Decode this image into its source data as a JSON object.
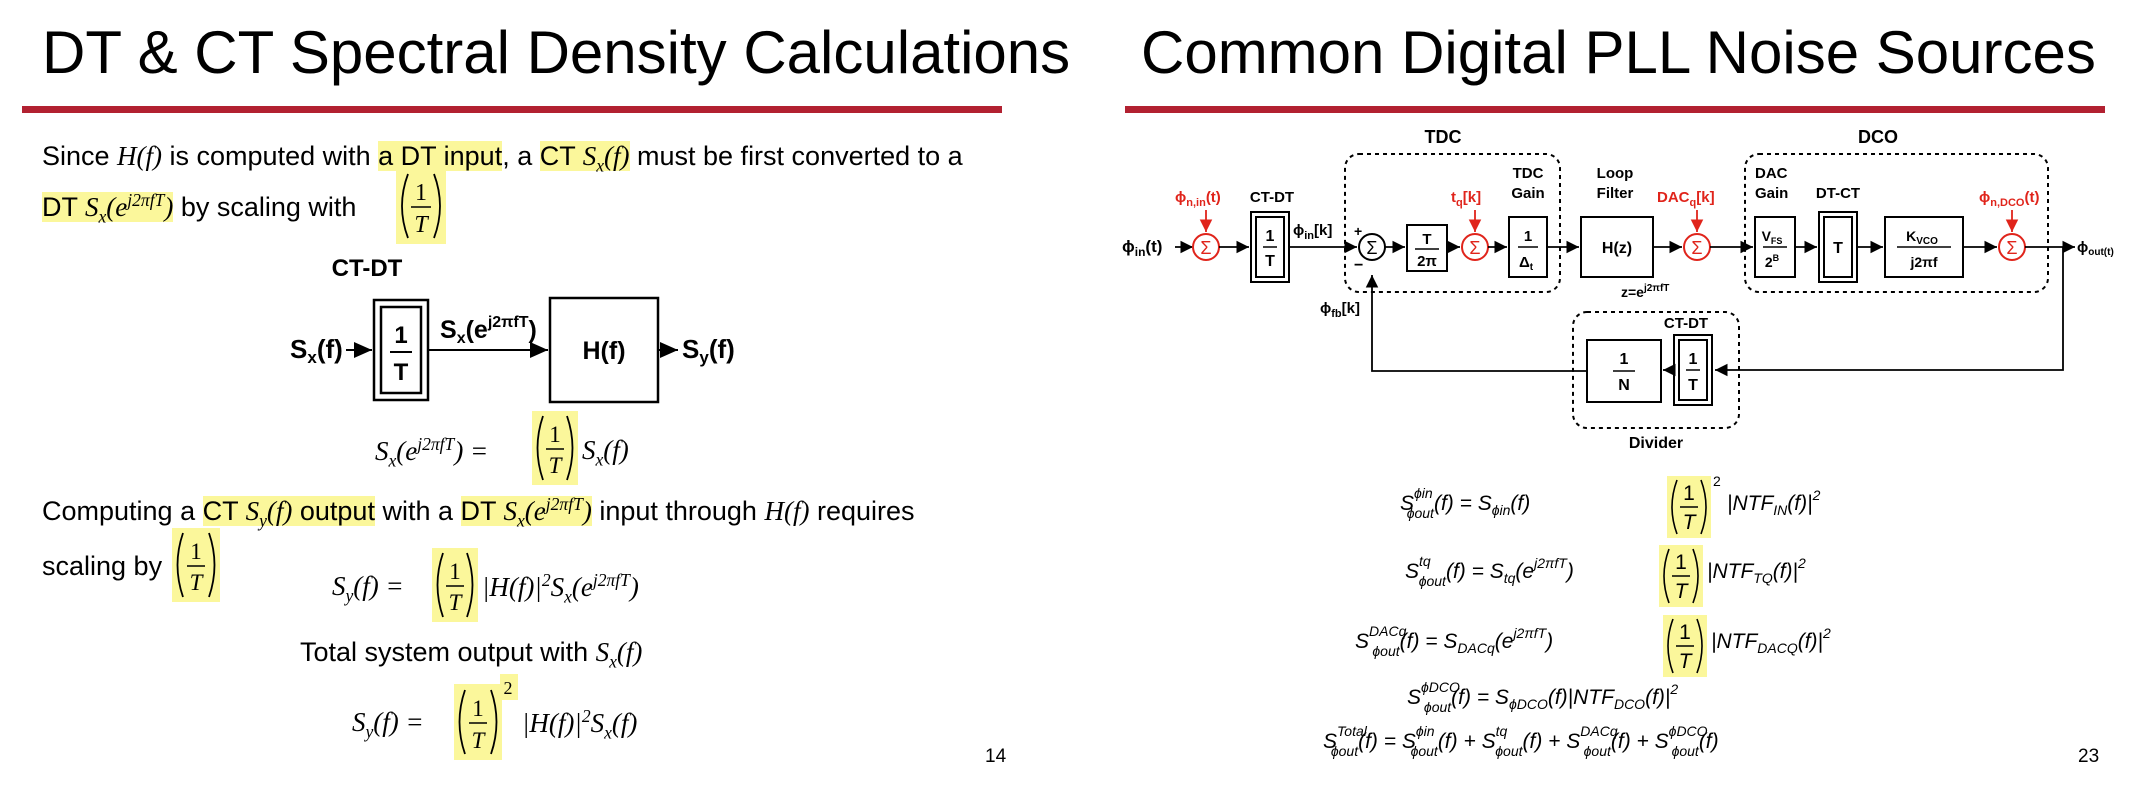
{
  "left_slide": {
    "title": "DT & CT Spectral Density Calculations",
    "para1": {
      "since": "Since ",
      "hf": "H(f)",
      "is_computed": " is computed with ",
      "dt_input": "a DT input",
      "comma_a": ", a ",
      "ct_sx": "CT ",
      "sx_f": "S",
      "must_be": " must be first converted to a",
      "line2_dt": "DT ",
      "by_scaling": " by scaling with"
    },
    "diagram": {
      "block_label": "CT-DT",
      "input_label": "S",
      "input_sub": "x",
      "input_arg": "(f)",
      "mid_label": "S",
      "mid_sub": "x",
      "mid_arg_a": "(e",
      "mid_arg_sup": "j2πfT",
      "mid_arg_b": ")",
      "filter_label": "H(f)",
      "output_label": "S",
      "output_sub": "y",
      "output_arg": "(f)",
      "frac_num": "1",
      "frac_den": "T"
    },
    "eq1": {
      "lhs": "S",
      "lhs_sub": "x",
      "lhs_arg": "(e",
      "lhs_sup": "j2πfT",
      "lhs_close": ") =",
      "rhs": "S",
      "rhs_sub": "x",
      "rhs_arg": "(f)"
    },
    "para2": {
      "computing": "Computing a ",
      "ct_sy_output": "CT ",
      "output_word": " output",
      "with_a": " with a ",
      "dt_sx": "DT ",
      "input_through": " input through ",
      "hf": "H(f)",
      "requires": " requires",
      "scaling_by": "scaling by"
    },
    "eq2": {
      "lhs": "S",
      "lhs_sub": "y",
      "lhs_arg": "(f) =",
      "mid": "|H(f)|",
      "mid_sup": "2",
      "rhs": "S",
      "rhs_sub": "x",
      "rhs_arg": "(e",
      "rhs_sup": "j2πfT",
      "rhs_close": ")"
    },
    "total_text": "Total system output with ",
    "total_sx": "S",
    "total_sx_sub": "x",
    "total_sx_arg": "(f)",
    "eq3": {
      "lhs": "S",
      "lhs_sub": "y",
      "lhs_arg": "(f) =",
      "exp": "2",
      "mid": "|H(f)|",
      "mid_sup": "2",
      "rhs": "S",
      "rhs_sub": "x",
      "rhs_arg": "(f)"
    },
    "page_number": "14"
  },
  "right_slide": {
    "title": "Common Digital PLL Noise Sources",
    "diagram": {
      "tdc_group": "TDC",
      "dco_group": "DCO",
      "phi_n_in": "ϕ",
      "phi_n_in_sub": "n,in",
      "phi_n_in_arg": "(t)",
      "ctdt1": "CT-DT",
      "phi_in_k": "ϕ",
      "phi_in_k_sub": "in",
      "phi_in_k_arg": "[k]",
      "plus": "+",
      "minus": "−",
      "phi_in_t": "ϕ",
      "phi_in_t_sub": "in",
      "phi_in_t_arg": "(t)",
      "t_over_2pi_num": "T",
      "t_over_2pi_den": "2π",
      "tq_label": "t",
      "tq_sub": "q",
      "tq_arg": "[k]",
      "tdc_gain_l1": "TDC",
      "tdc_gain_l2": "Gain",
      "tdc_gain_num": "1",
      "tdc_gain_den": "Δ",
      "tdc_gain_den_sub": "t",
      "loop_filter_l1": "Loop",
      "loop_filter_l2": "Filter",
      "hz": "H(z)",
      "z_eq": "z=e",
      "z_eq_sup": "j2πfT",
      "dacq_label": "DAC",
      "dacq_sub": "q",
      "dacq_arg": "[k]",
      "dac_gain_l1": "DAC",
      "dac_gain_l2": "Gain",
      "vfs_num": "V",
      "vfs_sub": "FS",
      "vfs_den": "2",
      "vfs_den_sup": "B",
      "dtct": "DT-CT",
      "t_block": "T",
      "kvco_num": "K",
      "kvco_sub": "VCO",
      "kvco_den": "j2πf",
      "phi_n_dco": "ϕ",
      "phi_n_dco_sub": "n,DCO",
      "phi_n_dco_arg": "(t)",
      "phi_out": "ϕ",
      "phi_out_sub": "out(t)",
      "phi_fb": "ϕ",
      "phi_fb_sub": "fb",
      "phi_fb_arg": "[k]",
      "ctdt2": "CT-DT",
      "div_num": "1",
      "div_den": "N",
      "divider": "Divider",
      "frac_num": "1",
      "frac_den": "T",
      "sigma": "Σ"
    },
    "equations": {
      "e1_lhs": "S",
      "e1_lhs_sup": "ϕin",
      "e1_lhs_sub": "ϕout",
      "e1_lhs_arg": "(f) = S",
      "e1_s_sub": "ϕin",
      "e1_s_arg": "(f)",
      "e1_exp": "2",
      "e1_tail": "|NTF",
      "e1_tail_sub": "IN",
      "e1_tail_arg": "(f)|",
      "e1_tail_sup": "2",
      "e2_lhs": "S",
      "e2_lhs_sup": "tq",
      "e2_lhs_sub": "ϕout",
      "e2_lhs_arg": "(f) = S",
      "e2_s_sub": "tq",
      "e2_s_arg": "(e",
      "e2_s_sup": "j2πfT",
      "e2_s_close": ")",
      "e2_tail": "|NTF",
      "e2_tail_sub": "TQ",
      "e2_tail_arg": "(f)|",
      "e2_tail_sup": "2",
      "e3_lhs": "S",
      "e3_lhs_sup": "DACq",
      "e3_lhs_sub": "ϕout",
      "e3_lhs_arg": "(f) = S",
      "e3_s_sub": "DACq",
      "e3_s_arg": "(e",
      "e3_s_sup": "j2πfT",
      "e3_s_close": ")",
      "e3_tail": "|NTF",
      "e3_tail_sub": "DACQ",
      "e3_tail_arg": "(f)|",
      "e3_tail_sup": "2",
      "e4": "S",
      "e4_lhs_sup": "ϕDCO",
      "e4_lhs_sub": "ϕout",
      "e4_mid": "(f) = S",
      "e4_s_sub": "ϕDCO",
      "e4_s_arg": "(f)|NTF",
      "e4_tail_sub": "DCO",
      "e4_tail_arg": "(f)|",
      "e4_tail_sup": "2",
      "e5": "S",
      "e5_lhs_sup": "Total",
      "e5_lhs_sub": "ϕout",
      "e5_rest": "(f) = S",
      "e5_t1_sup": "ϕin",
      "e5_t1_sub": "ϕout",
      "e5_plus1": "(f) + S",
      "e5_t2_sup": "tq",
      "e5_t2_sub": "ϕout",
      "e5_plus2": "(f) + S",
      "e5_t3_sup": "DACq",
      "e5_t3_sub": "ϕout",
      "e5_plus3": "(f) + S",
      "e5_t4_sup": "ϕDCO",
      "e5_t4_sub": "ϕout",
      "e5_end": "(f)"
    },
    "page_number": "23"
  },
  "colors": {
    "rule": "#b22131",
    "highlight": "#fbf79b",
    "red": "#e0241b"
  }
}
